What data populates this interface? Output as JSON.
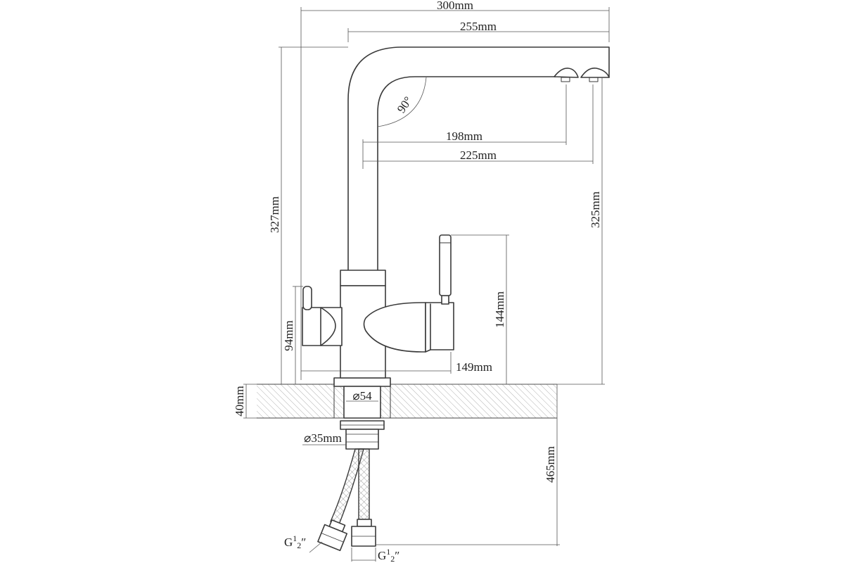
{
  "dimensions": {
    "total_width": "300mm",
    "spout_reach": "255mm",
    "spout_angle": "90°",
    "outlet_1_reach": "198mm",
    "outlet_2_reach": "225mm",
    "total_height": "327mm",
    "outlet_height": "325mm",
    "lever_height": "144mm",
    "side_handle_height": "94mm",
    "body_width": "149mm",
    "base_diameter": "⌀54",
    "countertop_thickness": "40mm",
    "shank_diameter": "⌀35mm",
    "hose_length": "465mm"
  },
  "connectors": {
    "left": {
      "prefix": "G",
      "sup": "1",
      "sub": "2",
      "suffix": "″"
    },
    "right": {
      "prefix": "G",
      "sup": "1",
      "sub": "2",
      "suffix": "″"
    }
  }
}
